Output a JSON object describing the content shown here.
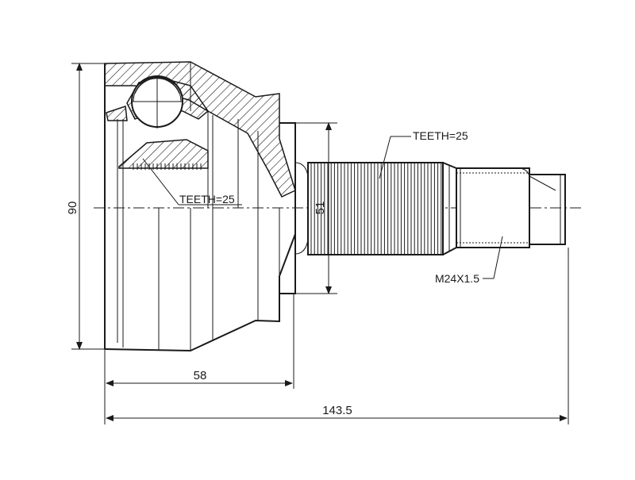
{
  "drawing": {
    "dimensions": {
      "outer_diameter": "90",
      "bell_length": "58",
      "overall_length": "143.5",
      "shaft_diameter": "51"
    },
    "callouts": {
      "inner_teeth": "TEETH=25",
      "outer_teeth": "TEETH=25",
      "thread": "M24X1.5"
    },
    "colors": {
      "line": "#1a1a1a",
      "background": "#ffffff"
    }
  }
}
